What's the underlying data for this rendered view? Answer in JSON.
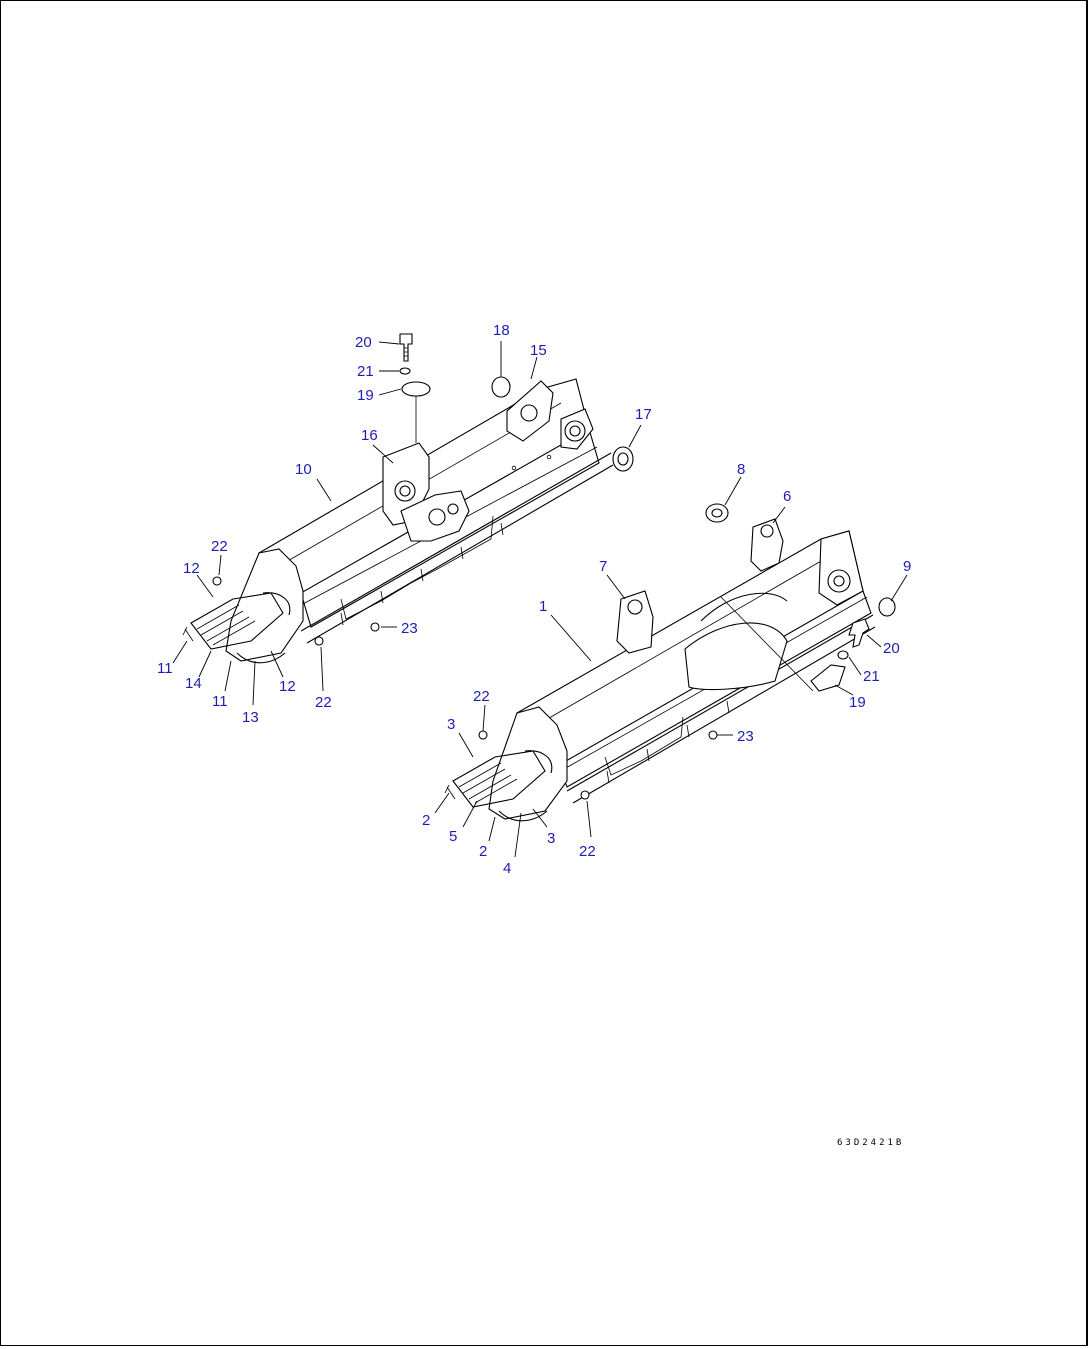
{
  "diagram": {
    "callout_color": "#1e1eb4",
    "drawing_code": "63D2421B",
    "left_frame": {
      "callouts": [
        "20",
        "21",
        "19",
        "18",
        "15",
        "17",
        "16",
        "10",
        "22",
        "12",
        "23",
        "11",
        "14",
        "11",
        "12",
        "13",
        "22"
      ]
    },
    "right_frame": {
      "callouts": [
        "8",
        "6",
        "7",
        "9",
        "1",
        "20",
        "21",
        "19",
        "22",
        "3",
        "23",
        "2",
        "5",
        "2",
        "3",
        "22",
        "4"
      ]
    }
  }
}
